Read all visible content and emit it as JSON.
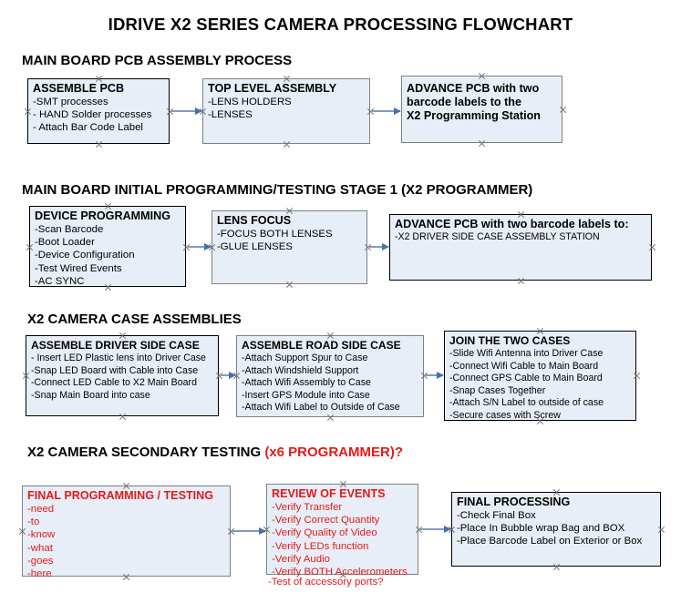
{
  "document": {
    "title": "IDRIVE X2  SERIES CAMERA PROCESSING FLOWCHART"
  },
  "sections": [
    {
      "heading": "MAIN BOARD PCB ASSEMBLY PROCESS",
      "heading_red": "",
      "nodes": [
        {
          "title": "ASSEMBLE PCB",
          "lines": [
            "-SMT processes",
            "- HAND Solder processes",
            "- Attach Bar Code Label"
          ]
        },
        {
          "title": "TOP LEVEL ASSEMBLY",
          "lines": [
            "-LENS HOLDERS",
            "-LENSES"
          ]
        },
        {
          "title": "ADVANCE PCB with two",
          "lines": [
            "barcode labels to the",
            " X2 Programming Station"
          ]
        }
      ]
    },
    {
      "heading": "MAIN BOARD INITIAL PROGRAMMING/TESTING STAGE 1 (X2 PROGRAMMER)",
      "heading_red": "",
      "nodes": [
        {
          "title": "DEVICE PROGRAMMING",
          "lines": [
            "-Scan Barcode",
            "-Boot Loader",
            "-Device Configuration",
            "-Test Wired Events",
            "-AC SYNC"
          ]
        },
        {
          "title": "LENS FOCUS",
          "lines": [
            "-FOCUS BOTH LENSES",
            "-GLUE LENSES"
          ]
        },
        {
          "title": "ADVANCE PCB with two barcode labels to:",
          "lines": [
            "-X2 DRIVER  SIDE  CASE  ASSEMBLY STATION"
          ]
        }
      ]
    },
    {
      "heading": "X2 CAMERA CASE ASSEMBLIES",
      "heading_red": "",
      "nodes": [
        {
          "title": "ASSEMBLE DRIVER SIDE CASE",
          "lines": [
            "- Insert LED Plastic lens into Driver Case",
            "-Snap LED Board with Cable into Case",
            "-Connect LED Cable to X2 Main Board",
            "-Snap Main Board into case"
          ]
        },
        {
          "title": "ASSEMBLE ROAD SIDE CASE",
          "lines": [
            "-Attach Support Spur to Case",
            "-Attach Windshield Support",
            "-Attach Wifi Assembly to Case",
            "-Insert GPS Module into Case",
            "-Attach Wifi Label to Outside of Case"
          ]
        },
        {
          "title": "JOIN THE TWO CASES",
          "lines": [
            "-Slide Wifi Antenna into Driver Case",
            "-Connect Wifi Cable to Main Board",
            "-Connect GPS Cable to Main Board",
            "-Snap Cases Together",
            "-Attach S/N Label to outside of case",
            "-Secure cases with Screw"
          ]
        }
      ]
    },
    {
      "heading": "X2 CAMERA SECONDARY TESTING ",
      "heading_red": "(x6 PROGRAMMER)?",
      "nodes": [
        {
          "title": "FINAL PROGRAMMING / TESTING",
          "lines": [
            "-need",
            "-to",
            "-know",
            "-what",
            "-goes",
            "-here"
          ]
        },
        {
          "title": "REVIEW OF EVENTS",
          "lines": [
            "-Verify Transfer",
            "-Verify Correct Quantity",
            "-Verify Quality of Video",
            "-Verify LEDs function",
            "-Verify Audio",
            "-Verify BOTH Accelerometers"
          ],
          "overflow_line": "-Test of accessory ports?"
        },
        {
          "title": "FINAL PROCESSING",
          "lines": [
            " -Check Final Box",
            "-Place In Bubble wrap Bag and BOX",
            "-Place Barcode Label on Exterior or Box"
          ]
        }
      ]
    }
  ],
  "colors": {
    "box_fill": "#e8eef7",
    "box_border_black": "#000000",
    "box_border_gray": "#808080",
    "arrow": "#7f9cbf",
    "accent_red": "#e01b1b",
    "text": "#000000"
  }
}
